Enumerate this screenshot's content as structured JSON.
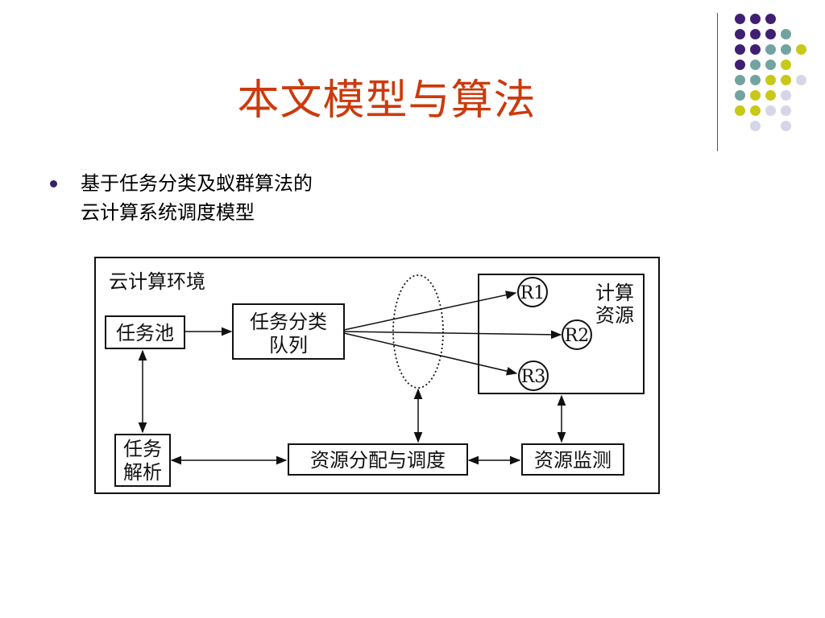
{
  "slide": {
    "title": "本文模型与算法",
    "bullet_line1": "基于任务分类及蚁群算法的",
    "bullet_line2": "云计算系统调度模型"
  },
  "diagram": {
    "env_label": "云计算环境",
    "task_pool": "任务池",
    "task_queue_line1": "任务分类",
    "task_queue_line2": "队列",
    "resource_label_line1": "计算",
    "resource_label_line2": "资源",
    "r1": "R1",
    "r2": "R2",
    "r3": "R3",
    "task_parse_line1": "任务",
    "task_parse_line2": "解析",
    "alloc": "资源分配与调度",
    "monitor": "资源监测"
  },
  "colors": {
    "title": "#cc3a0c",
    "dot_purple": "#3f1f72",
    "dot_teal": "#73a3a0",
    "dot_yellow": "#c8c818",
    "dot_lavender": "#d6d6e8"
  }
}
